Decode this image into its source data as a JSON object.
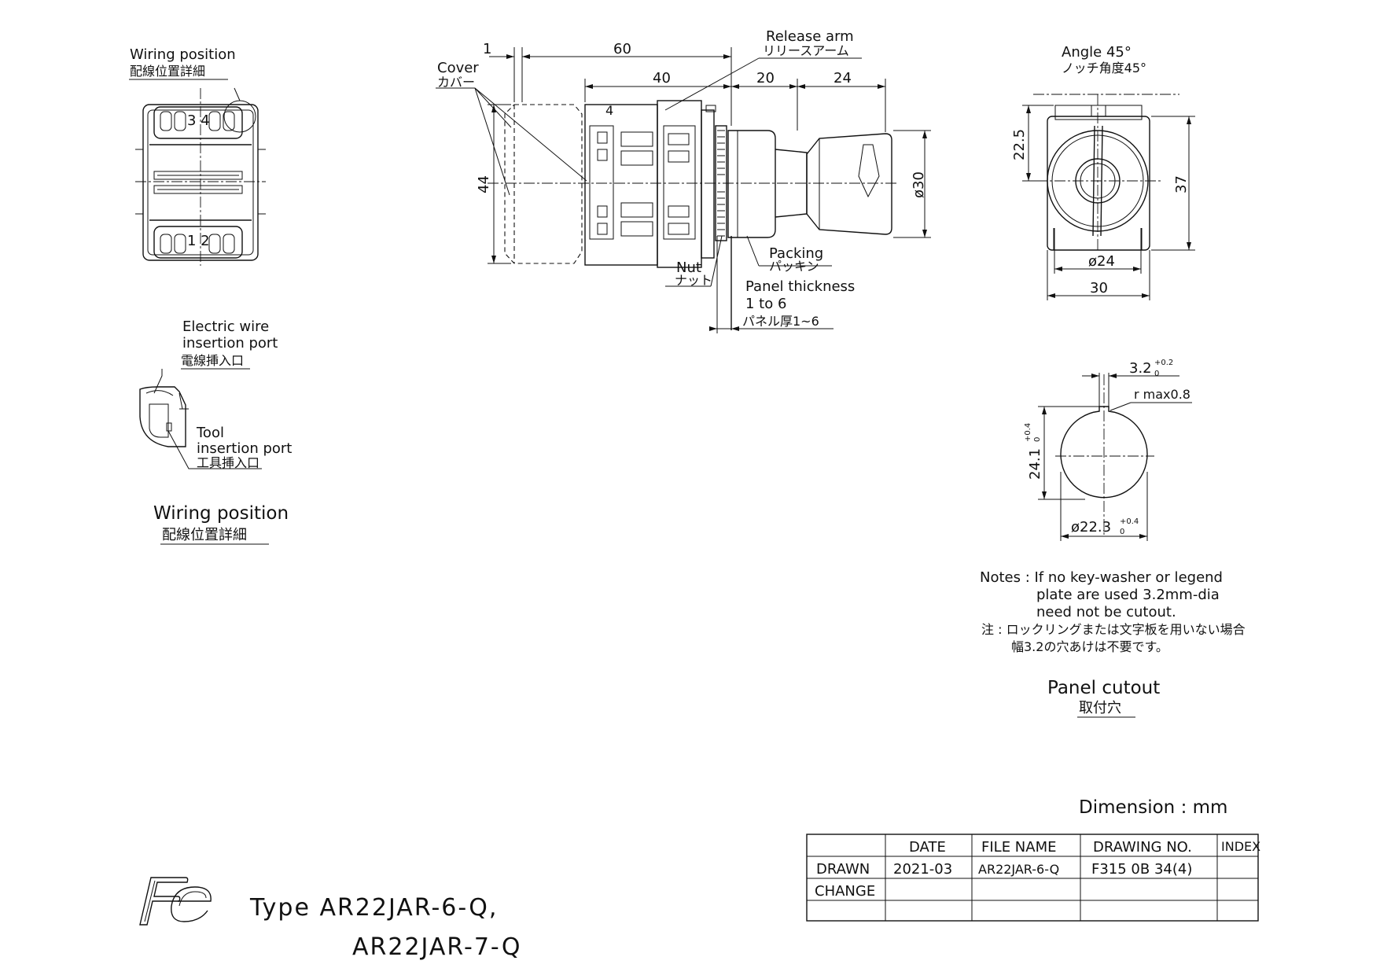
{
  "wiring_detail": {
    "callout_en": "Wiring position",
    "callout_jp": "配線位置詳細",
    "terminal_upper": "3 4",
    "terminal_lower": "1 2",
    "wire_port_en_1": "Electric wire",
    "wire_port_en_2": "insertion port",
    "wire_port_jp": "電線挿入口",
    "tool_port_en_1": "Tool",
    "tool_port_en_2": "insertion port",
    "tool_port_jp": "工具挿入口",
    "caption_en": "Wiring position",
    "caption_jp": "配線位置詳細"
  },
  "side_view": {
    "dim_1": "1",
    "dim_60": "60",
    "dim_40": "40",
    "dim_20": "20",
    "dim_24": "24",
    "dim_44": "44",
    "dim_d30": "ø30",
    "terminal_4": "4",
    "cover_en": "Cover",
    "cover_jp": "カバー",
    "release_arm_en": "Release arm",
    "release_arm_jp": "リリースアーム",
    "packing_en": "Packing",
    "packing_jp": "パッキン",
    "nut_en": "Nut",
    "nut_jp": "ナット",
    "panel_en_1": "Panel thickness",
    "panel_en_2": "1 to 6",
    "panel_jp": "パネル厚1~6"
  },
  "front_view": {
    "angle_en": "Angle 45°",
    "angle_jp": "ノッチ角度45°",
    "dim_22_5": "22.5",
    "dim_37": "37",
    "dim_d24": "ø24",
    "dim_30": "30"
  },
  "panel_cutout": {
    "dim_3_2": "3.2",
    "dim_3_2_tol_upper": "+0.2",
    "dim_3_2_tol_lower": "0",
    "r_max": "r max0.8",
    "dim_24_1": "24.1",
    "dim_24_1_tol_upper": "+0.4",
    "dim_24_1_tol_lower": "0",
    "dim_d22_3": "ø22.3",
    "dim_d22_3_tol_upper": "+0.4",
    "dim_d22_3_tol_lower": "0",
    "caption_en": "Panel cutout",
    "caption_jp": "取付穴"
  },
  "notes": {
    "line1": "Notes : If no key-washer or legend",
    "line2": "plate are used 3.2mm-dia",
    "line3": "need not be cutout.",
    "jp_line1": "注 : ロックリングまたは文字板を用いない場合",
    "jp_line2": "幅3.2の穴あけは不要です。"
  },
  "dimension_unit": "Dimension : mm",
  "title_block": {
    "headers": [
      "DATE",
      "FILE NAME",
      "DRAWING NO.",
      "INDEX"
    ],
    "rows": [
      {
        "label": "DRAWN",
        "date": "2021-03",
        "file": "AR22JAR-6-Q",
        "drawing": "F315 0B 34(4)",
        "index": ""
      },
      {
        "label": "CHANGE",
        "date": "",
        "file": "",
        "drawing": "",
        "index": ""
      },
      {
        "label": "",
        "date": "",
        "file": "",
        "drawing": "",
        "index": ""
      }
    ]
  },
  "brand_logo_text": "Fe",
  "type_label": {
    "line1": "Type AR22JAR-6-Q,",
    "line2": "AR22JAR-7-Q"
  }
}
